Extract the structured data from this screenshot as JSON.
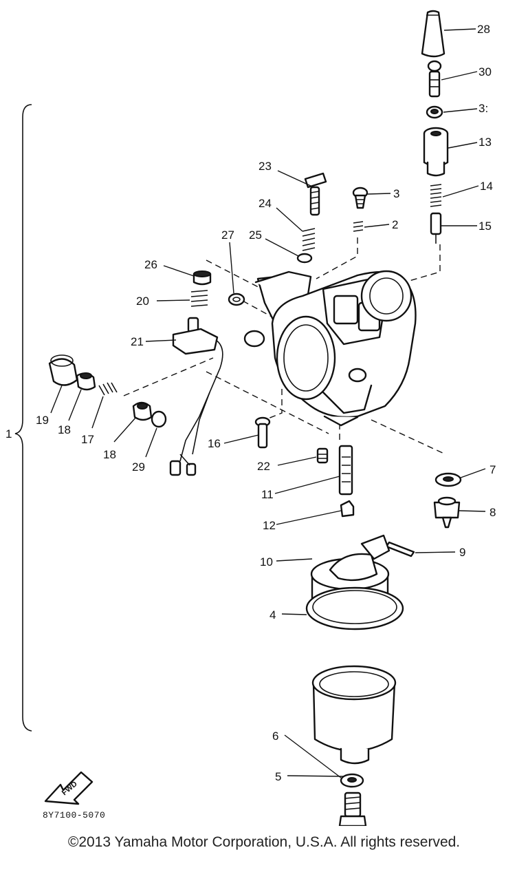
{
  "diagram": {
    "assembly_label": "1",
    "ref_code": "8Y7100-5070",
    "fwd_label": "FWD",
    "callouts": [
      {
        "id": "c28",
        "label": "28"
      },
      {
        "id": "c30",
        "label": "30"
      },
      {
        "id": "c31",
        "label": "3:"
      },
      {
        "id": "c13",
        "label": "13"
      },
      {
        "id": "c14",
        "label": "14"
      },
      {
        "id": "c15",
        "label": "15"
      },
      {
        "id": "c23",
        "label": "23"
      },
      {
        "id": "c3",
        "label": "3"
      },
      {
        "id": "c2",
        "label": "2"
      },
      {
        "id": "c24",
        "label": "24"
      },
      {
        "id": "c25",
        "label": "25"
      },
      {
        "id": "c27",
        "label": "27"
      },
      {
        "id": "c26",
        "label": "26"
      },
      {
        "id": "c20",
        "label": "20"
      },
      {
        "id": "c21",
        "label": "21"
      },
      {
        "id": "c19",
        "label": "19"
      },
      {
        "id": "c18a",
        "label": "18"
      },
      {
        "id": "c17",
        "label": "17"
      },
      {
        "id": "c18b",
        "label": "18"
      },
      {
        "id": "c29",
        "label": "29"
      },
      {
        "id": "c16",
        "label": "16"
      },
      {
        "id": "c22",
        "label": "22"
      },
      {
        "id": "c11",
        "label": "11"
      },
      {
        "id": "c12",
        "label": "12"
      },
      {
        "id": "c7",
        "label": "7"
      },
      {
        "id": "c8",
        "label": "8"
      },
      {
        "id": "c9",
        "label": "9"
      },
      {
        "id": "c10",
        "label": "10"
      },
      {
        "id": "c4",
        "label": "4"
      },
      {
        "id": "c6",
        "label": "6"
      },
      {
        "id": "c5",
        "label": "5"
      }
    ]
  },
  "footer": {
    "copyright": "©2013 Yamaha Motor Corporation, U.S.A. All rights reserved."
  }
}
